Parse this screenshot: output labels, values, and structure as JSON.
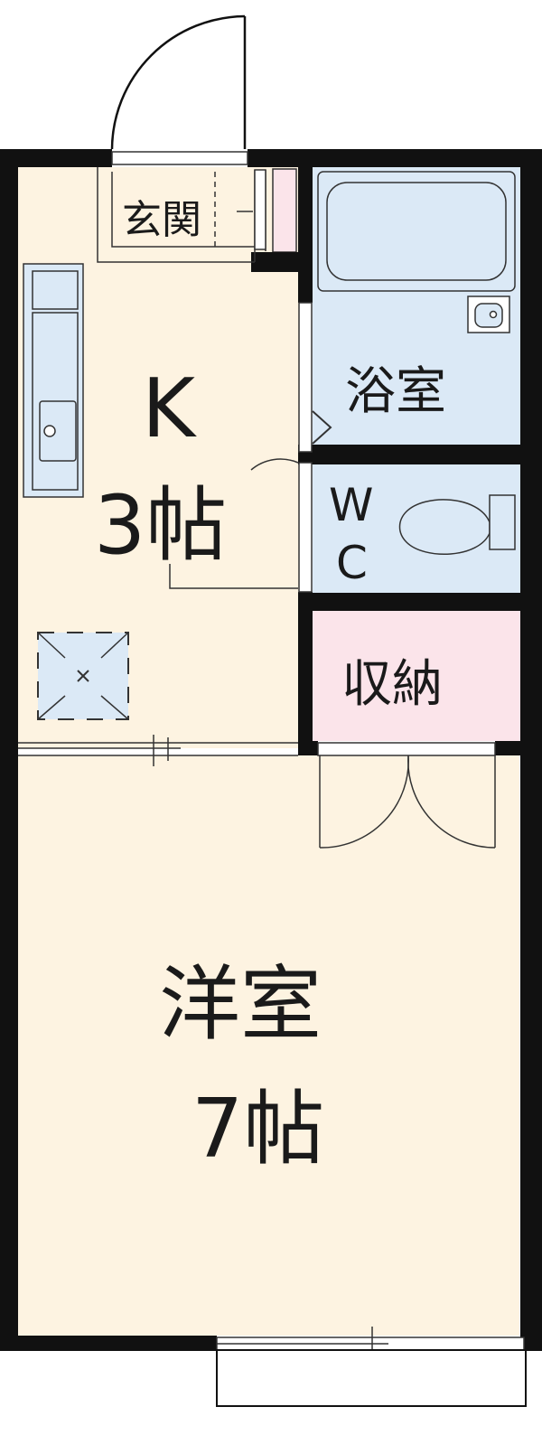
{
  "rooms": {
    "entrance": {
      "label": "玄関"
    },
    "kitchen": {
      "label_line1": "K",
      "label_line2": "3帖"
    },
    "bathroom": {
      "label": "浴室"
    },
    "toilet": {
      "label_line1": "W",
      "label_line2": "C"
    },
    "storage": {
      "label": "収納"
    },
    "western_room": {
      "label_line1": "洋室",
      "label_line2": "7帖"
    }
  },
  "colors": {
    "living_fill": "#fdf3e1",
    "wet_fill": "#dbe9f6",
    "storage_fill": "#fbe4ea",
    "wall": "#111111",
    "line": "#333333"
  }
}
